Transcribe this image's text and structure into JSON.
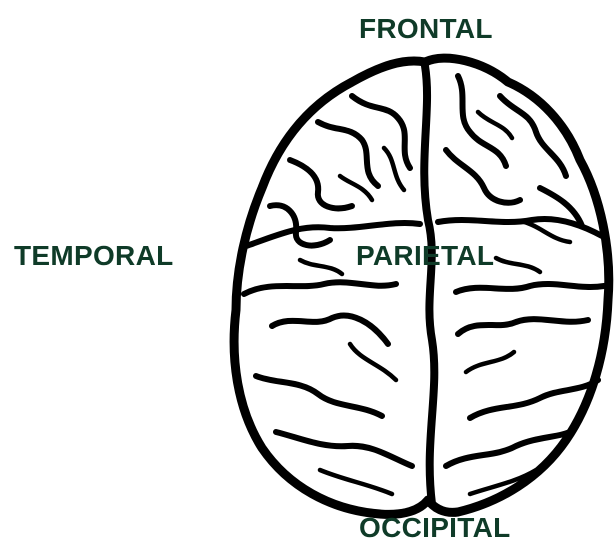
{
  "diagram": {
    "labels": {
      "frontal": "FRONTAL",
      "temporal": "TEMPORAL",
      "parietal": "PARIETAL",
      "occipital": "OCCIPITAL"
    },
    "label_color": "#0f3b28",
    "outline_color": "#000000",
    "fill_color": "#ffffff"
  }
}
